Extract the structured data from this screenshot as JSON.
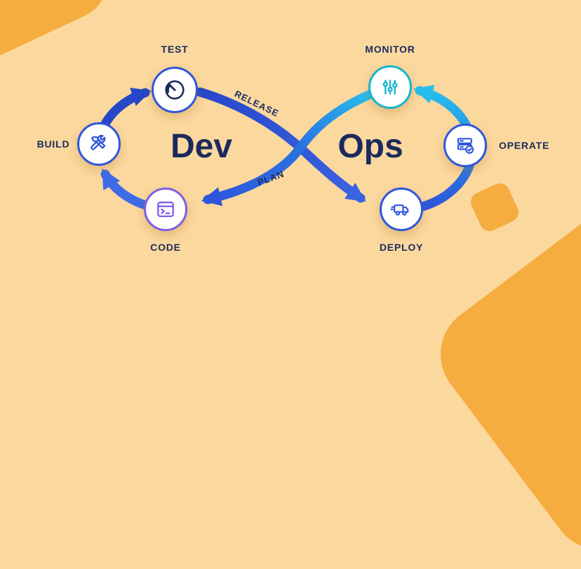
{
  "background": {
    "canvas_color": "#FBD89E",
    "corner_shape_color": "#F6AD3F"
  },
  "loop": {
    "dev_label": "Dev",
    "ops_label": "Ops",
    "release_label": "RELEASE",
    "plan_label": "PLAN",
    "colors": {
      "navy_text": "#1B2A5E",
      "royal_blue": "#2E55DC",
      "deep_blue": "#2747C9",
      "light_blue": "#3E6BE8",
      "cyan": "#27BEEE",
      "teal": "#17B4CC",
      "purple": "#7C5CE8"
    }
  },
  "nodes": [
    {
      "id": "test",
      "label": "TEST",
      "icon": "gauge-icon",
      "accent": "#2E55DC"
    },
    {
      "id": "build",
      "label": "BUILD",
      "icon": "wrench-screwdriver-icon",
      "accent": "#2E55DC"
    },
    {
      "id": "code",
      "label": "CODE",
      "icon": "terminal-window-icon",
      "accent": "#7C5CE8"
    },
    {
      "id": "monitor",
      "label": "MONITOR",
      "icon": "sliders-icon",
      "accent": "#17B4CC"
    },
    {
      "id": "operate",
      "label": "OPERATE",
      "icon": "server-check-icon",
      "accent": "#2E55DC"
    },
    {
      "id": "deploy",
      "label": "DEPLOY",
      "icon": "truck-icon",
      "accent": "#2E55DC"
    }
  ]
}
